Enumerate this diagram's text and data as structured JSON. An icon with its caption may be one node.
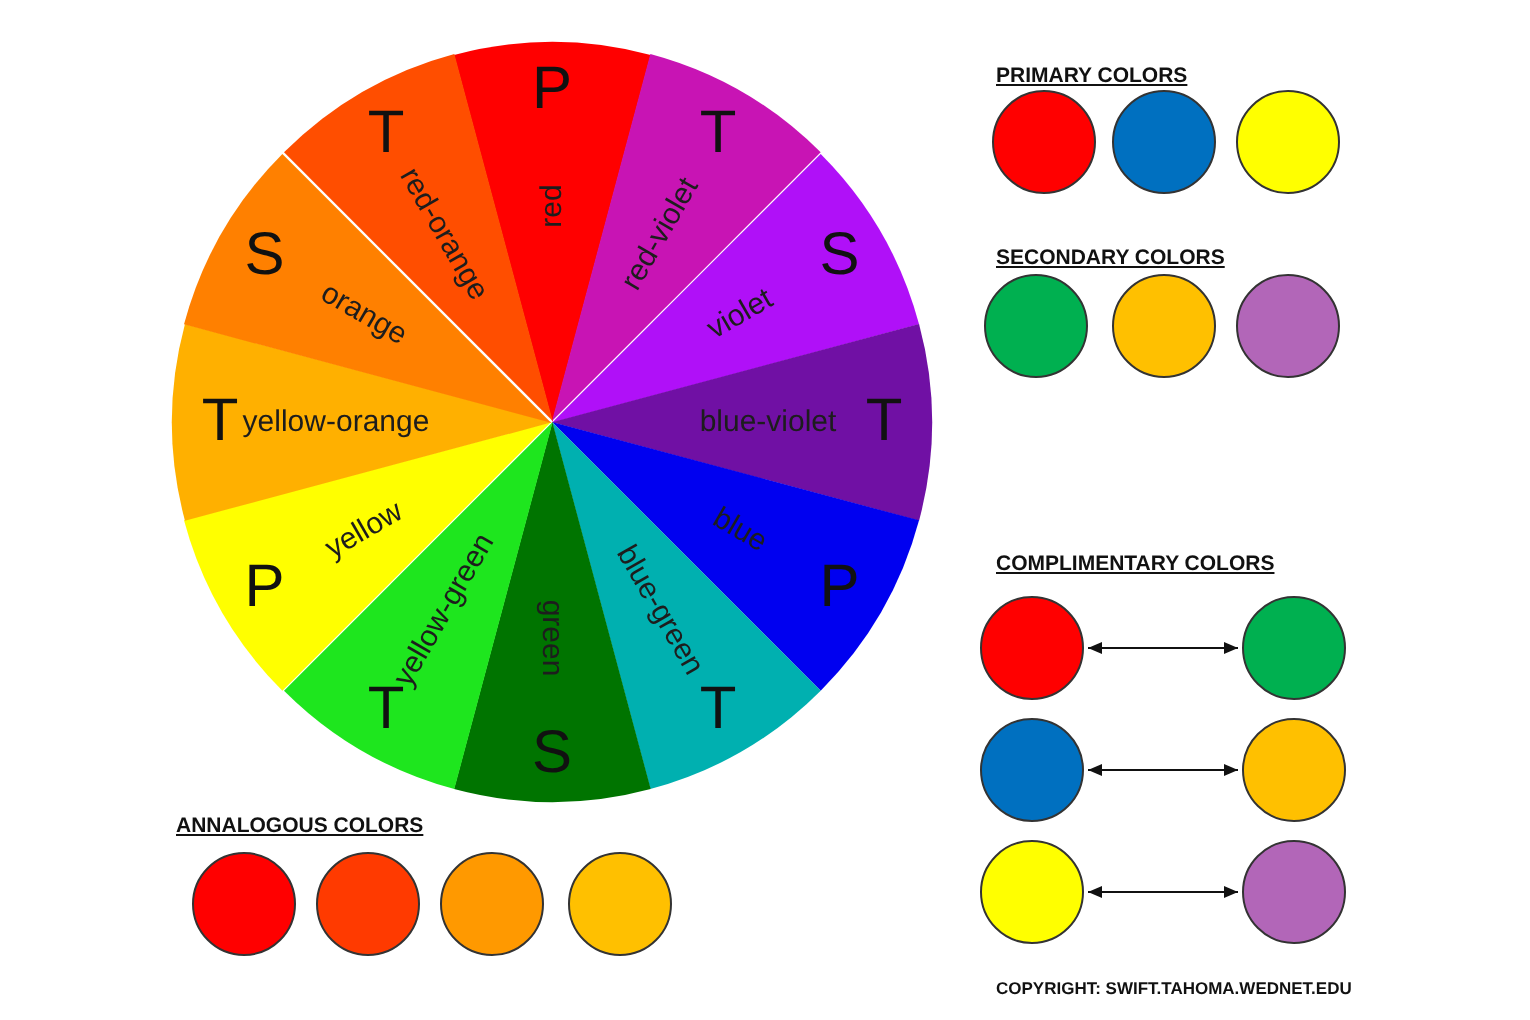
{
  "diagram": {
    "nodes": [
      {
        "text": [
          "red",
          "P"
        ]
      },
      {
        "text": [
          "red-violet",
          "T"
        ]
      },
      {
        "text": [
          "violet",
          "S"
        ]
      },
      {
        "text": [
          "blue-violet",
          "T"
        ]
      },
      {
        "text": [
          "blue",
          "P"
        ]
      },
      {
        "text": [
          "blue-green",
          "T"
        ]
      },
      {
        "text": [
          "green",
          "S"
        ]
      },
      {
        "text": [
          "yellow-green",
          "T"
        ]
      },
      {
        "text": [
          "yellow",
          "P"
        ]
      },
      {
        "text": [
          "T",
          "yellow-orange"
        ]
      },
      {
        "text": [
          "S",
          "orange"
        ]
      },
      {
        "text": [
          "T",
          "red-orange"
        ]
      },
      {
        "text": [],
        "shape": "circle"
      },
      {
        "text": [],
        "shape": "circle"
      },
      {
        "text": [],
        "shape": "circle"
      },
      {
        "text": [],
        "shape": "circle"
      },
      {
        "text": [],
        "shape": "circle"
      },
      {
        "text": [],
        "shape": "circle"
      },
      {
        "text": [],
        "shape": "circle"
      },
      {
        "text": [],
        "shape": "circle"
      },
      {
        "text": [],
        "shape": "circle"
      },
      {
        "text": [],
        "shape": "circle"
      },
      {
        "text": [],
        "shape": "circle"
      },
      {
        "text": [],
        "shape": "circle"
      },
      {
        "text": [],
        "shape": "circle"
      },
      {
        "text": [],
        "shape": "circle"
      },
      {
        "text": [],
        "shape": "circle"
      },
      {
        "text": [],
        "shape": "circle"
      }
    ],
    "edges": [
      {
        "from": 18,
        "to": 19,
        "arrow": "both"
      },
      {
        "from": 20,
        "to": 21,
        "arrow": "both"
      },
      {
        "from": 22,
        "to": 23,
        "arrow": "both"
      }
    ],
    "labels": [
      "PRIMARY COLORS",
      "SECONDARY COLORS",
      "COMPLIMENTARY COLORS",
      "ANNALOGOUS COLORS",
      "COPYRIGHT: SWIFT.TAHOMA.WEDNET.EDU"
    ]
  }
}
